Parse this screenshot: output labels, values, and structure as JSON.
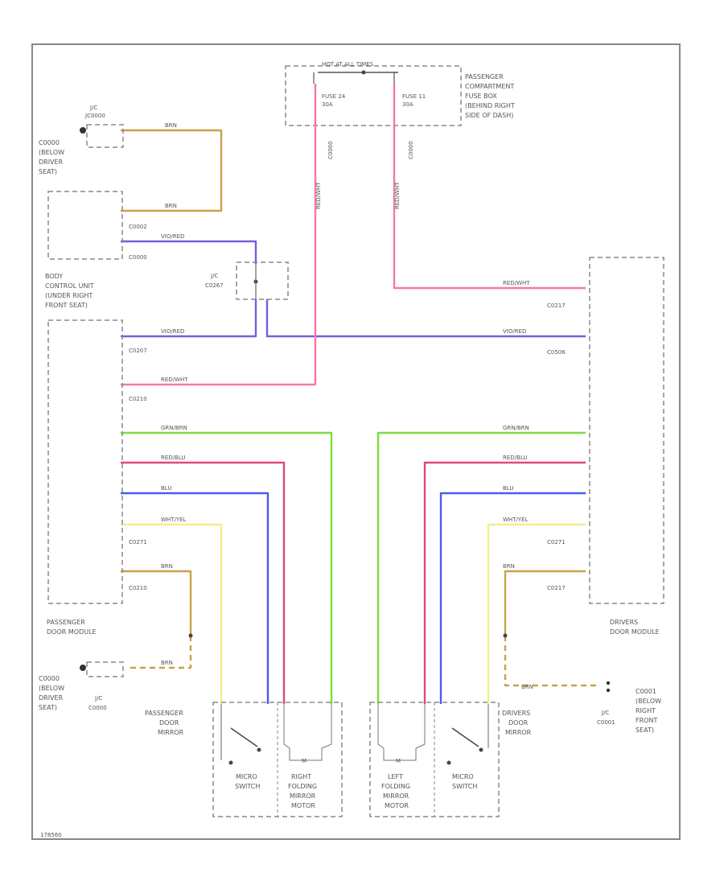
{
  "colors": {
    "brn": "#c8a24a",
    "vio": "#7b5be0",
    "red_wht": "#f57a9a",
    "grn": "#7fdc3a",
    "red_blu": "#e0487a",
    "blu": "#4a5cf0",
    "wht_yel": "#f0f08a"
  },
  "fuse_box": {
    "hot": "HOT AT ALL TIMES",
    "title": [
      "PASSENGER",
      "COMPARTMENT",
      "FUSE BOX",
      "(BEHIND RIGHT",
      "SIDE OF DASH)"
    ],
    "fuse_left": [
      "FUSE 24",
      "30A"
    ],
    "fuse_right": [
      "FUSE 11",
      "30A"
    ],
    "conn_left": "C0000",
    "conn_right": "C0000"
  },
  "ground_top": {
    "name": "J/C",
    "code": "JC0000",
    "loc": [
      "C0000",
      "(BELOW",
      "DRIVER",
      "SEAT)"
    ]
  },
  "ground_bottom": {
    "name": "J/C",
    "code": "C0000",
    "loc": [
      "C0000",
      "(BELOW",
      "DRIVER",
      "SEAT)"
    ]
  },
  "ground_right": {
    "name": "J/C",
    "code": "C0001",
    "loc": [
      "C0001",
      "(BELOW",
      "RIGHT",
      "FRONT",
      "SEAT)"
    ]
  },
  "bcu": {
    "title": [
      "BODY",
      "CONTROL UNIT",
      "(UNDER RIGHT",
      "FRONT SEAT)"
    ],
    "conn1": "C0002",
    "conn2": "C0000"
  },
  "jc_splice": {
    "name": "J/C",
    "code": "C0267"
  },
  "pdm": {
    "title": [
      "PASSENGER",
      "DOOR MODULE"
    ],
    "conn_vio": "C0207",
    "conn_red": "C0210",
    "conn_sw": "C0271",
    "conn_brn": "C0210"
  },
  "ddm": {
    "title": [
      "DRIVERS",
      "DOOR MODULE"
    ],
    "conn_red": "C0217",
    "conn_vio": "C0506",
    "conn_sw": "C0271",
    "conn_brn": "C0217"
  },
  "wires": {
    "brn": "BRN",
    "vio": "VIO/RED",
    "red_wht": "RED/WHT",
    "grn": "GRN/BRN",
    "red_blu": "RED/BLU",
    "blu": "BLU",
    "wht_yel": "WHT/YEL"
  },
  "pass_mirror": {
    "title": [
      "PASSENGER",
      "DOOR",
      "MIRROR"
    ],
    "switch": [
      "MICRO",
      "SWITCH"
    ],
    "motor": [
      "RIGHT",
      "FOLDING",
      "MIRROR",
      "MOTOR"
    ]
  },
  "drv_mirror": {
    "title": [
      "DRIVERS",
      "DOOR",
      "MIRROR"
    ],
    "switch": [
      "MICRO",
      "SWITCH"
    ],
    "motor": [
      "LEFT",
      "FOLDING",
      "MIRROR",
      "MOTOR"
    ]
  },
  "footer": "178560"
}
